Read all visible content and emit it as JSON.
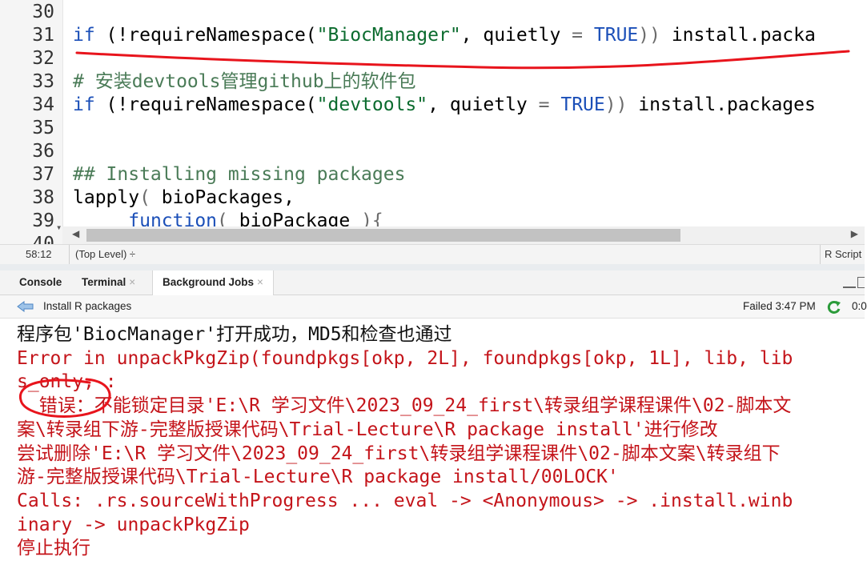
{
  "editor": {
    "lines": [
      {
        "num": "30",
        "tokens": []
      },
      {
        "num": "31",
        "tokens": [
          {
            "t": "if",
            "c": "kw"
          },
          {
            "t": " (!requireNamespace(",
            "c": ""
          },
          {
            "t": "\"BiocManager\"",
            "c": "str"
          },
          {
            "t": ", quietly ",
            "c": ""
          },
          {
            "t": "=",
            "c": "op"
          },
          {
            "t": " ",
            "c": ""
          },
          {
            "t": "TRUE",
            "c": "kw"
          },
          {
            "t": "))",
            "c": "paren"
          },
          {
            "t": " install.packa",
            "c": ""
          }
        ]
      },
      {
        "num": "32",
        "tokens": []
      },
      {
        "num": "33",
        "tokens": [
          {
            "t": "# 安装devtools管理github上的软件包",
            "c": "com"
          }
        ]
      },
      {
        "num": "34",
        "tokens": [
          {
            "t": "if",
            "c": "kw"
          },
          {
            "t": " (!requireNamespace(",
            "c": ""
          },
          {
            "t": "\"devtools\"",
            "c": "str"
          },
          {
            "t": ", quietly ",
            "c": ""
          },
          {
            "t": "=",
            "c": "op"
          },
          {
            "t": " ",
            "c": ""
          },
          {
            "t": "TRUE",
            "c": "kw"
          },
          {
            "t": "))",
            "c": "paren"
          },
          {
            "t": " install.packages",
            "c": ""
          }
        ]
      },
      {
        "num": "35",
        "tokens": []
      },
      {
        "num": "36",
        "tokens": []
      },
      {
        "num": "37",
        "tokens": [
          {
            "t": "## Installing missing packages",
            "c": "com"
          }
        ]
      },
      {
        "num": "38",
        "tokens": [
          {
            "t": "lapply",
            "c": ""
          },
          {
            "t": "(",
            "c": "paren"
          },
          {
            "t": " bioPackages,",
            "c": ""
          }
        ]
      },
      {
        "num": "39",
        "tokens": [
          {
            "t": "     ",
            "c": ""
          },
          {
            "t": "function",
            "c": "kw"
          },
          {
            "t": "(",
            "c": "paren"
          },
          {
            "t": " bioPackage ",
            "c": ""
          },
          {
            "t": "){",
            "c": "paren"
          }
        ]
      },
      {
        "num": "40",
        "tokens": []
      }
    ]
  },
  "status": {
    "position": "58:12",
    "scope": "(Top Level) ÷",
    "filetype": "R Script"
  },
  "tabs": [
    {
      "label": "Console",
      "active": false,
      "closable": false
    },
    {
      "label": "Terminal",
      "active": false,
      "closable": true
    },
    {
      "label": "Background Jobs",
      "active": true,
      "closable": true
    }
  ],
  "job": {
    "name": "Install R packages",
    "status": "Failed 3:47 PM",
    "elapsed": "0:0"
  },
  "output": [
    {
      "text": "程序包'BiocManager'打开成功，MD5和检查也通过",
      "type": "msg"
    },
    {
      "text": "Error in unpackPkgZip(foundpkgs[okp, 2L], foundpkgs[okp, 1L], lib, lib",
      "type": "err"
    },
    {
      "text": "s_only, :",
      "type": "err"
    },
    {
      "text": "  错误：不能锁定目录'E:\\R 学习文件\\2023_09_24_first\\转录组学课程课件\\02-脚本文",
      "type": "err"
    },
    {
      "text": "案\\转录组下游-完整版授课代码\\Trial-Lecture\\R package install'进行修改",
      "type": "err"
    },
    {
      "text": "尝试删除'E:\\R 学习文件\\2023_09_24_first\\转录组学课程课件\\02-脚本文案\\转录组下",
      "type": "err"
    },
    {
      "text": "游-完整版授课代码\\Trial-Lecture\\R package install/00LOCK'",
      "type": "err"
    },
    {
      "text": "Calls: .rs.sourceWithProgress ... eval -> <Anonymous> -> .install.winb",
      "type": "err"
    },
    {
      "text": "inary -> unpackPkgZip",
      "type": "err"
    },
    {
      "text": "停止执行",
      "type": "err"
    }
  ],
  "colors": {
    "error": "#c4141a",
    "annotation": "#e8141c",
    "keyword": "#1b4fb8",
    "string": "#0b6b2e",
    "comment": "#4a7b57"
  },
  "icons": {
    "back": "arrow-left-icon",
    "refresh": "refresh-icon",
    "minimize": "minimize-icon",
    "maximize": "maximize-icon"
  }
}
